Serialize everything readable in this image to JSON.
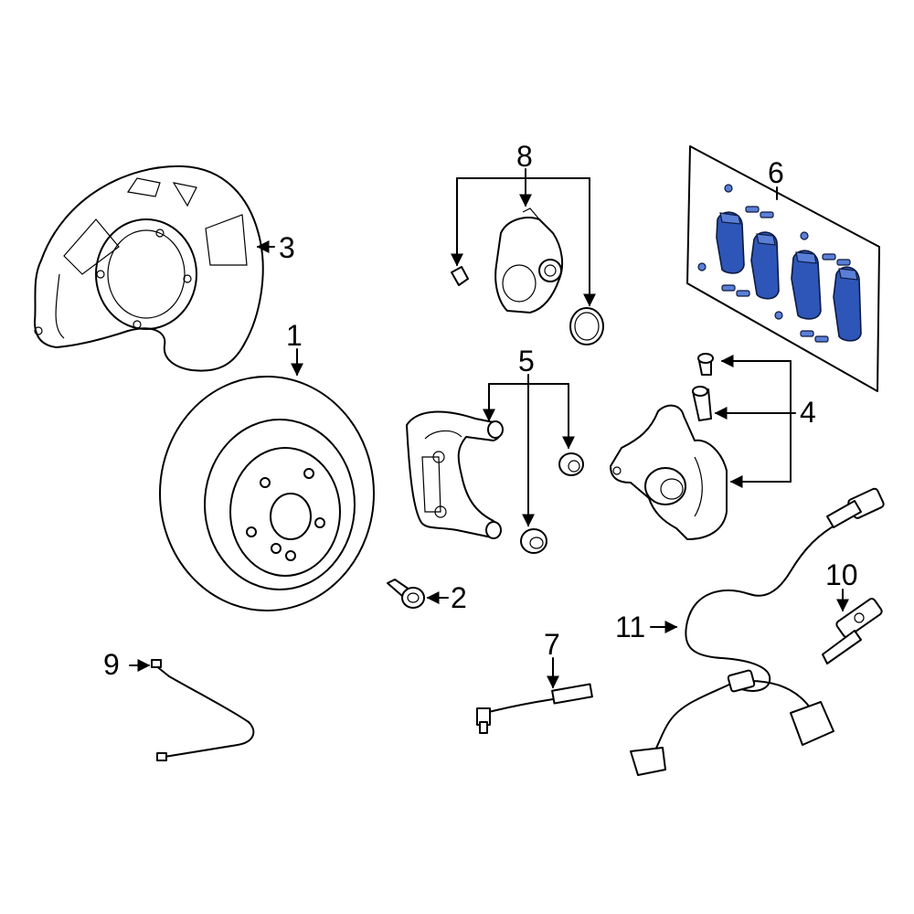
{
  "diagram": {
    "callouts": [
      {
        "id": "1",
        "label": "1"
      },
      {
        "id": "2",
        "label": "2"
      },
      {
        "id": "3",
        "label": "3"
      },
      {
        "id": "4",
        "label": "4"
      },
      {
        "id": "5",
        "label": "5"
      },
      {
        "id": "6",
        "label": "6"
      },
      {
        "id": "7",
        "label": "7"
      },
      {
        "id": "8",
        "label": "8"
      },
      {
        "id": "9",
        "label": "9"
      },
      {
        "id": "10",
        "label": "10"
      },
      {
        "id": "11",
        "label": "11"
      }
    ],
    "colors": {
      "line": "#000000",
      "pad_highlight": "#2e56b8",
      "background": "#ffffff"
    }
  }
}
